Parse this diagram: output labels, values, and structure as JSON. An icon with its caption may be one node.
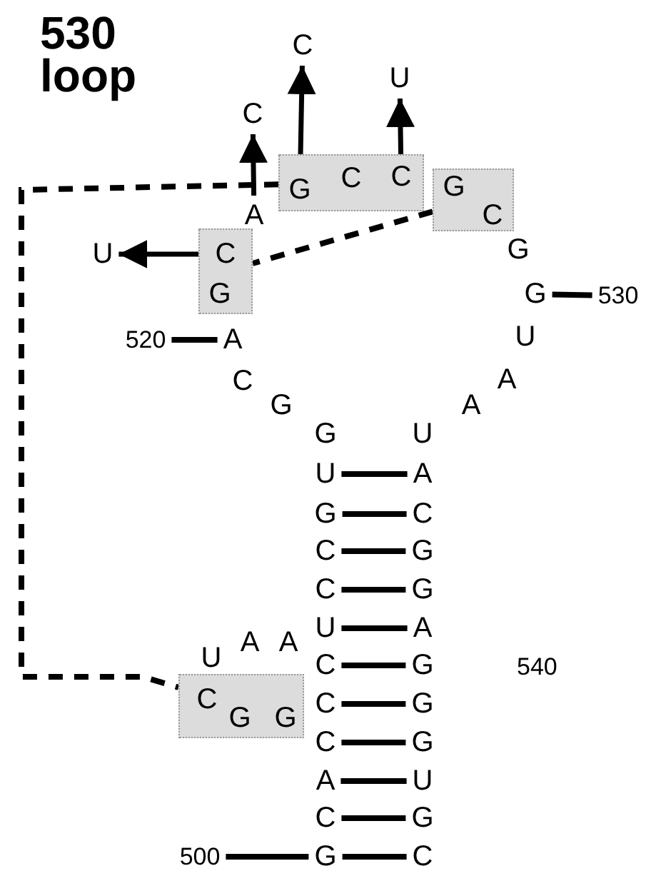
{
  "diagram": {
    "title": "530 loop",
    "nodes": [
      {
        "text": [],
        "shape": "box"
      },
      {
        "text": [
          "G"
        ],
        "in": 0
      },
      {
        "text": [
          "C"
        ],
        "in": 0
      },
      {
        "text": [
          "C"
        ],
        "in": 0
      },
      {
        "text": [],
        "shape": "box"
      },
      {
        "text": [
          "G"
        ],
        "in": 4
      },
      {
        "text": [
          "C"
        ],
        "in": 4
      },
      {
        "text": [],
        "shape": "box"
      },
      {
        "text": [
          "C"
        ],
        "in": 7
      },
      {
        "text": [
          "G"
        ],
        "in": 7
      },
      {
        "text": [],
        "shape": "box"
      },
      {
        "text": [
          "C"
        ],
        "in": 10
      },
      {
        "text": [
          "G"
        ],
        "in": 10
      },
      {
        "text": [
          "G"
        ],
        "in": 10
      },
      {
        "text": [
          "A"
        ]
      },
      {
        "text": [
          "A"
        ]
      },
      {
        "text": [
          "C"
        ]
      },
      {
        "text": [
          "G"
        ]
      },
      {
        "text": [
          "G"
        ]
      },
      {
        "text": [
          "U"
        ]
      },
      {
        "text": [
          "G"
        ]
      },
      {
        "text": [
          "C"
        ]
      },
      {
        "text": [
          "C"
        ]
      },
      {
        "text": [
          "U"
        ]
      },
      {
        "text": [
          "C"
        ]
      },
      {
        "text": [
          "C"
        ]
      },
      {
        "text": [
          "C"
        ]
      },
      {
        "text": [
          "A"
        ]
      },
      {
        "text": [
          "C"
        ]
      },
      {
        "text": [
          "G"
        ]
      },
      {
        "text": [
          "U"
        ]
      },
      {
        "text": [
          "A"
        ]
      },
      {
        "text": [
          "C"
        ]
      },
      {
        "text": [
          "G"
        ]
      },
      {
        "text": [
          "G"
        ]
      },
      {
        "text": [
          "A"
        ]
      },
      {
        "text": [
          "G"
        ]
      },
      {
        "text": [
          "G"
        ]
      },
      {
        "text": [
          "G"
        ]
      },
      {
        "text": [
          "U"
        ]
      },
      {
        "text": [
          "G"
        ]
      },
      {
        "text": [
          "C"
        ]
      },
      {
        "text": [
          "G"
        ]
      },
      {
        "text": [
          "G"
        ]
      },
      {
        "text": [
          "U"
        ]
      },
      {
        "text": [
          "A"
        ]
      },
      {
        "text": [
          "A"
        ]
      },
      {
        "text": [
          "U"
        ]
      },
      {
        "text": [
          "A"
        ]
      },
      {
        "text": [
          "A"
        ]
      },
      {
        "text": [
          "C"
        ]
      },
      {
        "text": [
          "C"
        ]
      },
      {
        "text": [
          "U"
        ]
      },
      {
        "text": [
          "U"
        ]
      },
      {
        "text": [
          "520"
        ]
      },
      {
        "text": [
          "530"
        ]
      },
      {
        "text": [
          "500"
        ]
      }
    ],
    "edges": [
      {
        "from": 14,
        "to": 50,
        "arrow": "to"
      },
      {
        "from": 1,
        "to": 51,
        "arrow": "to"
      },
      {
        "from": 3,
        "to": 52,
        "arrow": "to"
      },
      {
        "from": 8,
        "to": 53,
        "arrow": "to"
      },
      {
        "from": 0,
        "to": 10,
        "arrow": "none",
        "style": "dashed"
      },
      {
        "from": 4,
        "to": 7,
        "arrow": "none",
        "style": "dashed"
      },
      {
        "from": 19,
        "to": 31,
        "arrow": "none"
      },
      {
        "from": 20,
        "to": 32,
        "arrow": "none"
      },
      {
        "from": 21,
        "to": 33,
        "arrow": "none"
      },
      {
        "from": 22,
        "to": 34,
        "arrow": "none"
      },
      {
        "from": 23,
        "to": 35,
        "arrow": "none"
      },
      {
        "from": 24,
        "to": 36,
        "arrow": "none"
      },
      {
        "from": 25,
        "to": 37,
        "arrow": "none"
      },
      {
        "from": 26,
        "to": 38,
        "arrow": "none"
      },
      {
        "from": 27,
        "to": 39,
        "arrow": "none"
      },
      {
        "from": 28,
        "to": 40,
        "arrow": "none"
      },
      {
        "from": 29,
        "to": 41,
        "arrow": "none"
      },
      {
        "from": 54,
        "to": 15,
        "arrow": "none"
      },
      {
        "from": 43,
        "to": 55,
        "arrow": "none"
      },
      {
        "from": 56,
        "to": 29,
        "arrow": "none"
      }
    ],
    "labels": [
      "540"
    ]
  }
}
